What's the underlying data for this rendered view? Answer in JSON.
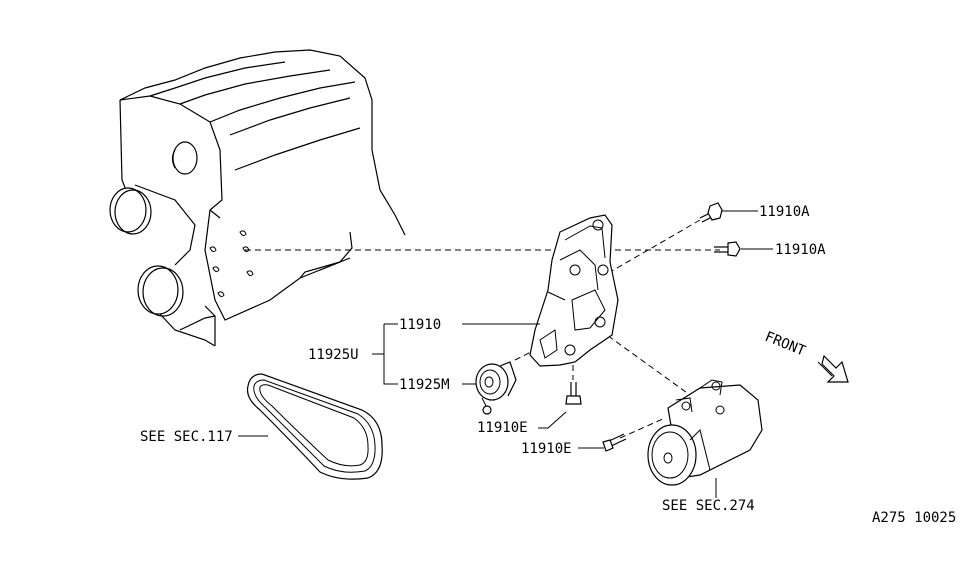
{
  "labels": {
    "bolt_a1": "11910A",
    "bolt_a2": "11910A",
    "bracket": "11910",
    "group": "11925U",
    "idler": "11925M",
    "bolt_e1": "11910E",
    "bolt_e2": "11910E",
    "belt_ref": "SEE SEC.117",
    "compressor_ref": "SEE SEC.274",
    "front": "FRONT",
    "drawing_code": "A275 10025"
  }
}
